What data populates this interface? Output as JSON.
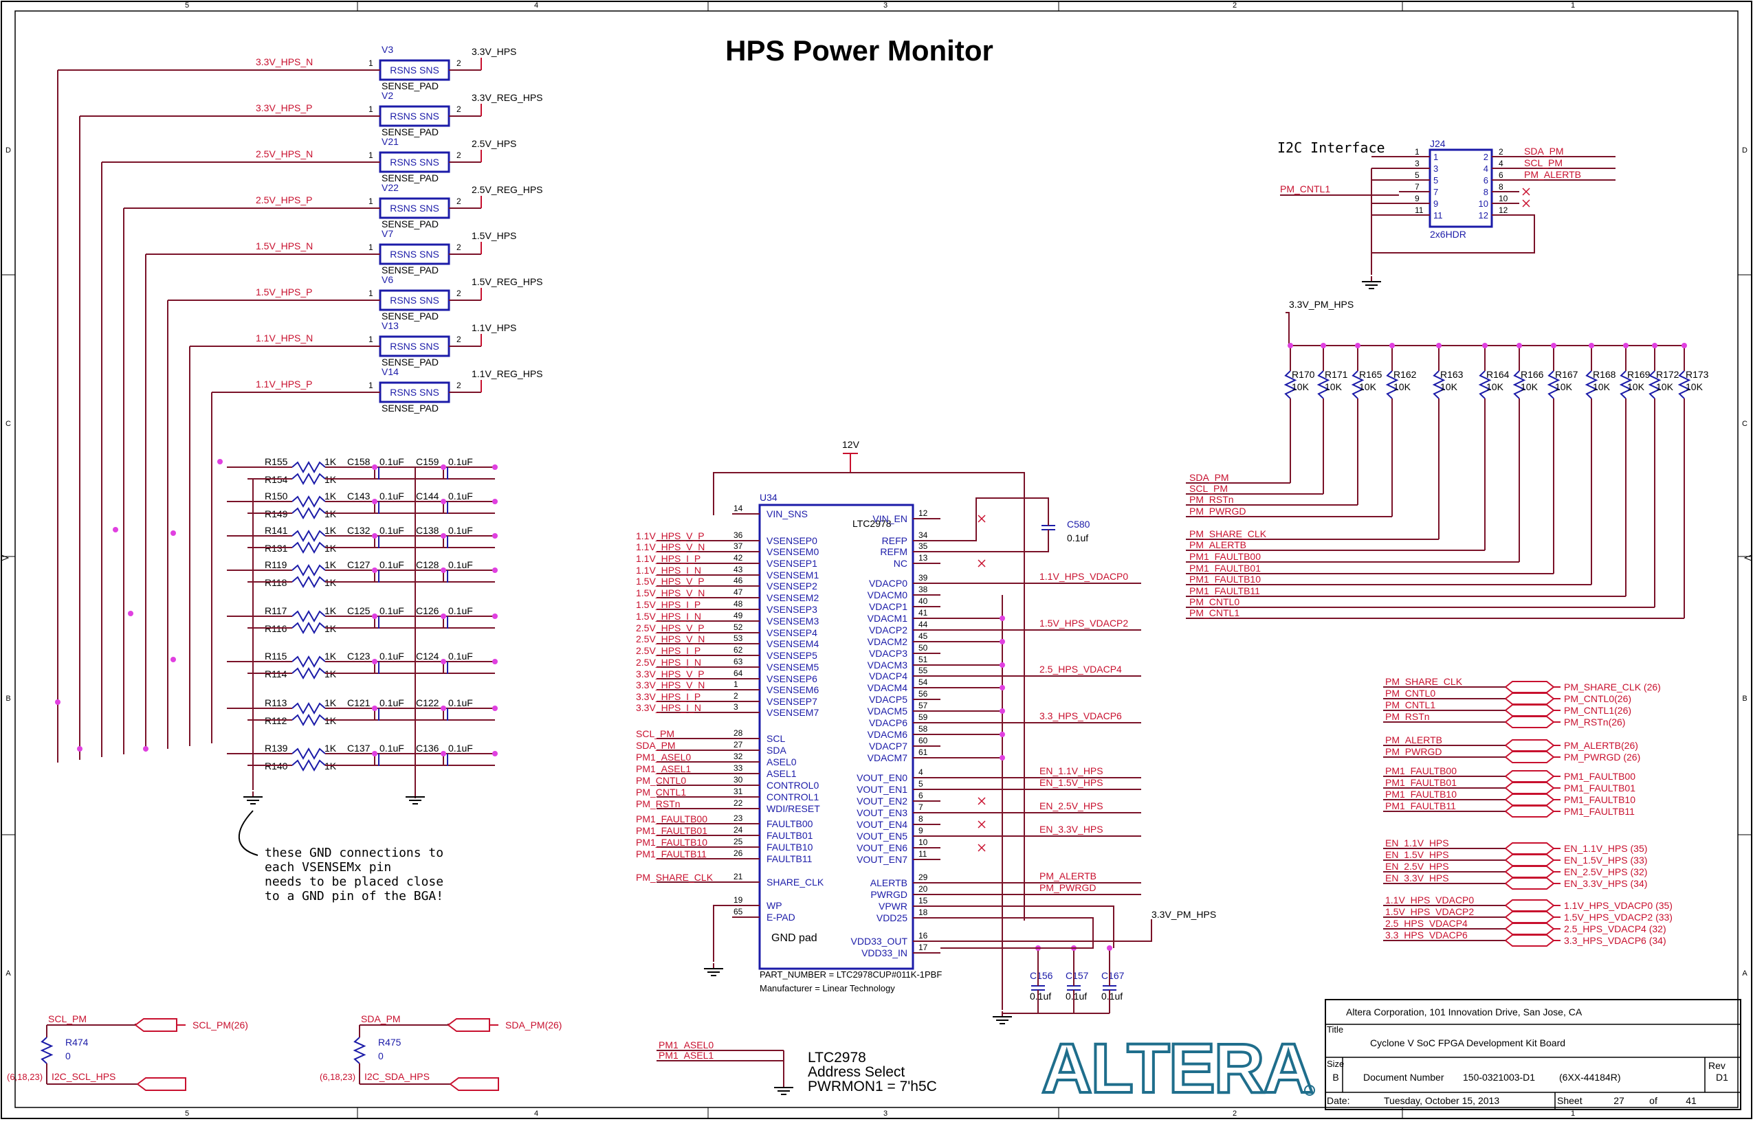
{
  "title": "HPS Power Monitor",
  "zones": {
    "cols": [
      "5",
      "4",
      "3",
      "2",
      "1"
    ],
    "rows": [
      "D",
      "C",
      "B",
      "A"
    ]
  },
  "sense_resistors": [
    {
      "ref": "V3",
      "net_in": "3.3V_HPS_N",
      "net_out": "3.3V_HPS"
    },
    {
      "ref": "V2",
      "net_in": "3.3V_HPS_P",
      "net_out": "3.3V_REG_HPS"
    },
    {
      "ref": "V21",
      "net_in": "2.5V_HPS_N",
      "net_out": "2.5V_HPS"
    },
    {
      "ref": "V22",
      "net_in": "2.5V_HPS_P",
      "net_out": "2.5V_REG_HPS"
    },
    {
      "ref": "V7",
      "net_in": "1.5V_HPS_N",
      "net_out": "1.5V_HPS"
    },
    {
      "ref": "V6",
      "net_in": "1.5V_HPS_P",
      "net_out": "1.5V_REG_HPS"
    },
    {
      "ref": "V13",
      "net_in": "1.1V_HPS_N",
      "net_out": "1.1V_HPS"
    },
    {
      "ref": "V14",
      "net_in": "1.1V_HPS_P",
      "net_out": "1.1V_REG_HPS"
    }
  ],
  "sense_common": {
    "pin1": "1",
    "pin2": "2",
    "body": "RSNS  SNS",
    "pad": "SENSE_PAD"
  },
  "rc_filters": [
    {
      "ra": "R155",
      "rb": "R154",
      "ca": "C158",
      "cb": "C159"
    },
    {
      "ra": "R150",
      "rb": "R149",
      "ca": "C143",
      "cb": "C144"
    },
    {
      "ra": "R141",
      "rb": "R131",
      "ca": "C132",
      "cb": "C138"
    },
    {
      "ra": "R119",
      "rb": "R118",
      "ca": "C127",
      "cb": "C128"
    },
    {
      "ra": "R117",
      "rb": "R116",
      "ca": "C125",
      "cb": "C126"
    },
    {
      "ra": "R115",
      "rb": "R114",
      "ca": "C123",
      "cb": "C124"
    },
    {
      "ra": "R113",
      "rb": "R112",
      "ca": "C121",
      "cb": "C122"
    },
    {
      "ra": "R139",
      "rb": "R140",
      "ca": "C137",
      "cb": "C136"
    }
  ],
  "rc_values": {
    "r": "1K",
    "c": "0.1uF"
  },
  "ic": {
    "ref": "U34",
    "name": "LTC2978",
    "gnd_pad": "GND pad",
    "part_number": "PART_NUMBER = LTC2978CUP#011K-1PBF",
    "manufacturer": "Manufacturer = Linear Technology",
    "supply": "12V",
    "left_pins": [
      {
        "pin": "14",
        "name": "VIN_SNS",
        "net": ""
      },
      {
        "pin": "36",
        "name": "VSENSEP0",
        "net": "1.1V_HPS_V_P"
      },
      {
        "pin": "37",
        "name": "VSENSEM0",
        "net": "1.1V_HPS_V_N"
      },
      {
        "pin": "42",
        "name": "VSENSEP1",
        "net": "1.1V_HPS_I_P"
      },
      {
        "pin": "43",
        "name": "VSENSEM1",
        "net": "1.1V_HPS_I_N"
      },
      {
        "pin": "46",
        "name": "VSENSEP2",
        "net": "1.5V_HPS_V_P"
      },
      {
        "pin": "47",
        "name": "VSENSEM2",
        "net": "1.5V_HPS_V_N"
      },
      {
        "pin": "48",
        "name": "VSENSEP3",
        "net": "1.5V_HPS_I_P"
      },
      {
        "pin": "49",
        "name": "VSENSEM3",
        "net": "1.5V_HPS_I_N"
      },
      {
        "pin": "52",
        "name": "VSENSEP4",
        "net": "2.5V_HPS_V_P"
      },
      {
        "pin": "53",
        "name": "VSENSEM4",
        "net": "2.5V_HPS_V_N"
      },
      {
        "pin": "62",
        "name": "VSENSEP5",
        "net": "2.5V_HPS_I_P"
      },
      {
        "pin": "63",
        "name": "VSENSEM5",
        "net": "2.5V_HPS_I_N"
      },
      {
        "pin": "64",
        "name": "VSENSEP6",
        "net": "3.3V_HPS_V_P"
      },
      {
        "pin": "1",
        "name": "VSENSEM6",
        "net": "3.3V_HPS_V_N"
      },
      {
        "pin": "2",
        "name": "VSENSEP7",
        "net": "3.3V_HPS_I_P"
      },
      {
        "pin": "3",
        "name": "VSENSEM7",
        "net": "3.3V_HPS_I_N"
      },
      {
        "pin": "28",
        "name": "SCL",
        "net": "SCL_PM"
      },
      {
        "pin": "27",
        "name": "SDA",
        "net": "SDA_PM"
      },
      {
        "pin": "32",
        "name": "ASEL0",
        "net": "PM1_ASEL0"
      },
      {
        "pin": "33",
        "name": "ASEL1",
        "net": "PM1_ASEL1"
      },
      {
        "pin": "30",
        "name": "CONTROL0",
        "net": "PM_CNTL0"
      },
      {
        "pin": "31",
        "name": "CONTROL1",
        "net": "PM_CNTL1"
      },
      {
        "pin": "22",
        "name": "WDI/RESET",
        "net": "PM_RSTn"
      },
      {
        "pin": "23",
        "name": "FAULTB00",
        "net": "PM1_FAULTB00"
      },
      {
        "pin": "24",
        "name": "FAULTB01",
        "net": "PM1_FAULTB01"
      },
      {
        "pin": "25",
        "name": "FAULTB10",
        "net": "PM1_FAULTB10"
      },
      {
        "pin": "26",
        "name": "FAULTB11",
        "net": "PM1_FAULTB11"
      },
      {
        "pin": "21",
        "name": "SHARE_CLK",
        "net": "PM_SHARE_CLK"
      },
      {
        "pin": "19",
        "name": "WP",
        "net": ""
      },
      {
        "pin": "65",
        "name": "E-PAD",
        "net": ""
      }
    ],
    "right_pins": [
      {
        "pin": "12",
        "name": "VIN_EN",
        "net": ""
      },
      {
        "pin": "34",
        "name": "REFP",
        "net": ""
      },
      {
        "pin": "35",
        "name": "REFM",
        "net": ""
      },
      {
        "pin": "13",
        "name": "NC",
        "net": ""
      },
      {
        "pin": "39",
        "name": "VDACP0",
        "net": "1.1V_HPS_VDACP0"
      },
      {
        "pin": "38",
        "name": "VDACM0",
        "net": ""
      },
      {
        "pin": "40",
        "name": "VDACP1",
        "net": ""
      },
      {
        "pin": "41",
        "name": "VDACM1",
        "net": ""
      },
      {
        "pin": "44",
        "name": "VDACP2",
        "net": "1.5V_HPS_VDACP2"
      },
      {
        "pin": "45",
        "name": "VDACM2",
        "net": ""
      },
      {
        "pin": "50",
        "name": "VDACP3",
        "net": ""
      },
      {
        "pin": "51",
        "name": "VDACM3",
        "net": ""
      },
      {
        "pin": "55",
        "name": "VDACP4",
        "net": "2.5_HPS_VDACP4"
      },
      {
        "pin": "54",
        "name": "VDACM4",
        "net": ""
      },
      {
        "pin": "56",
        "name": "VDACP5",
        "net": ""
      },
      {
        "pin": "57",
        "name": "VDACM5",
        "net": ""
      },
      {
        "pin": "59",
        "name": "VDACP6",
        "net": "3.3_HPS_VDACP6"
      },
      {
        "pin": "58",
        "name": "VDACM6",
        "net": ""
      },
      {
        "pin": "60",
        "name": "VDACP7",
        "net": ""
      },
      {
        "pin": "61",
        "name": "VDACM7",
        "net": ""
      },
      {
        "pin": "4",
        "name": "VOUT_EN0",
        "net": "EN_1.1V_HPS"
      },
      {
        "pin": "5",
        "name": "VOUT_EN1",
        "net": "EN_1.5V_HPS"
      },
      {
        "pin": "6",
        "name": "VOUT_EN2",
        "net": ""
      },
      {
        "pin": "7",
        "name": "VOUT_EN3",
        "net": "EN_2.5V_HPS"
      },
      {
        "pin": "8",
        "name": "VOUT_EN4",
        "net": ""
      },
      {
        "pin": "9",
        "name": "VOUT_EN5",
        "net": "EN_3.3V_HPS"
      },
      {
        "pin": "10",
        "name": "VOUT_EN6",
        "net": ""
      },
      {
        "pin": "11",
        "name": "VOUT_EN7",
        "net": ""
      },
      {
        "pin": "29",
        "name": "ALERTB",
        "net": "PM_ALERTB"
      },
      {
        "pin": "20",
        "name": "PWRGD",
        "net": "PM_PWRGD"
      },
      {
        "pin": "15",
        "name": "VPWR",
        "net": ""
      },
      {
        "pin": "18",
        "name": "VDD25",
        "net": ""
      },
      {
        "pin": "16",
        "name": "VDD33_OUT",
        "net": ""
      },
      {
        "pin": "17",
        "name": "VDD33_IN",
        "net": ""
      }
    ]
  },
  "c580": {
    "ref": "C580",
    "value": "0.1uf"
  },
  "decaps": [
    {
      "ref": "C156",
      "value": "0.1uf"
    },
    {
      "ref": "C157",
      "value": "0.1uf"
    },
    {
      "ref": "C167",
      "value": "0.1uf"
    }
  ],
  "vdd_net": "3.3V_PM_HPS",
  "i2c_header": {
    "title": "I2C Interface",
    "ref": "J24",
    "type": "2x6HDR",
    "left_pins": [
      "1",
      "3",
      "5",
      "7",
      "9",
      "11"
    ],
    "right_pins": [
      "2",
      "4",
      "6",
      "8",
      "10",
      "12"
    ],
    "body_left": [
      "1",
      "3",
      "5",
      "7",
      "9",
      "11"
    ],
    "body_right": [
      "2",
      "4",
      "6",
      "8",
      "10",
      "12"
    ],
    "nets_right": [
      "SDA_PM",
      "SCL_PM",
      "PM_ALERTB",
      "",
      "",
      ""
    ],
    "net_left": "PM_CNTL1"
  },
  "pullups": {
    "net": "3.3V_PM_HPS",
    "refs": [
      "R170",
      "R171",
      "R165",
      "R162",
      "R163",
      "R164",
      "R166",
      "R167",
      "R168",
      "R169",
      "R172",
      "R173"
    ],
    "value": "10K"
  },
  "pullup_nets": [
    "SDA_PM",
    "SCL_PM",
    "PM_RSTn",
    "PM_PWRGD",
    "PM_SHARE_CLK",
    "PM_ALERTB",
    "PM1_FAULTB00",
    "PM1_FAULTB01",
    "PM1_FAULTB10",
    "PM1_FAULTB11",
    "PM_CNTL0",
    "PM_CNTL1"
  ],
  "offpage_groups": [
    [
      {
        "net": "PM_SHARE_CLK",
        "label": "PM_SHARE_CLK (26)"
      },
      {
        "net": "PM_CNTL0",
        "label": "PM_CNTL0(26)"
      },
      {
        "net": "PM_CNTL1",
        "label": "PM_CNTL1(26)"
      },
      {
        "net": "PM_RSTn",
        "label": "PM_RSTn(26)"
      }
    ],
    [
      {
        "net": "PM_ALERTB",
        "label": "PM_ALERTB(26)"
      },
      {
        "net": "PM_PWRGD",
        "label": "PM_PWRGD (26)"
      }
    ],
    [
      {
        "net": "PM1_FAULTB00",
        "label": "PM1_FAULTB00"
      },
      {
        "net": "PM1_FAULTB01",
        "label": "PM1_FAULTB01"
      },
      {
        "net": "PM1_FAULTB10",
        "label": "PM1_FAULTB10"
      },
      {
        "net": "PM1_FAULTB11",
        "label": "PM1_FAULTB11"
      }
    ],
    [
      {
        "net": "EN_1.1V_HPS",
        "label": "EN_1.1V_HPS (35)"
      },
      {
        "net": "EN_1.5V_HPS",
        "label": "EN_1.5V_HPS (33)"
      },
      {
        "net": "EN_2.5V_HPS",
        "label": "EN_2.5V_HPS (32)"
      },
      {
        "net": "EN_3.3V_HPS",
        "label": "EN_3.3V_HPS (34)"
      }
    ],
    [
      {
        "net": "1.1V_HPS_VDACP0",
        "label": "1.1V_HPS_VDACP0 (35)"
      },
      {
        "net": "1.5V_HPS_VDACP2",
        "label": "1.5V_HPS_VDACP2 (33)"
      },
      {
        "net": "2.5_HPS_VDACP4",
        "label": "2.5_HPS_VDACP4 (32)"
      },
      {
        "net": "3.3_HPS_VDACP6",
        "label": "3.3_HPS_VDACP6 (34)"
      }
    ]
  ],
  "note": [
    "these GND connections to",
    "each VSENSEMx pin",
    "needs to be placed close",
    "to a GND pin of the BGA!"
  ],
  "i2c_bridges": [
    {
      "net": "SCL_PM",
      "offpage": "SCL_PM(26)",
      "ref": "R474",
      "value": "0",
      "net2": "I2C_SCL_HPS",
      "pages": "(6,18,23)"
    },
    {
      "net": "SDA_PM",
      "offpage": "SDA_PM(26)",
      "ref": "R475",
      "value": "0",
      "net2": "I2C_SDA_HPS",
      "pages": "(6,18,23)"
    }
  ],
  "addr_select": {
    "nets": [
      "PM1_ASEL0",
      "PM1_ASEL1"
    ],
    "text": [
      "LTC2978",
      "Address  Select",
      "PWRMON1 = 7'h5C"
    ]
  },
  "logo": "ALTERA",
  "title_block": {
    "company": "Altera Corporation, 101 Innovation Drive, San Jose, CA",
    "title_label": "Title",
    "title": "Cyclone V SoC FPGA Development Kit Board",
    "size_label": "Size",
    "size": "B",
    "doc_label": "Document  Number",
    "doc": "150-0321003-D1",
    "doc_code": "(6XX-44184R)",
    "rev_label": "Rev",
    "rev": "D1",
    "date_label": "Date:",
    "date": "Tuesday, October 15, 2013",
    "sheet_label": "Sheet",
    "sheet": "27",
    "of_label": "of",
    "sheets": "41"
  },
  "colors": {
    "wire": "#7a1228",
    "red": "#c8102e",
    "blue": "#1b1ba8",
    "pink": "#e040e0",
    "logo": "#1f6e8c"
  }
}
